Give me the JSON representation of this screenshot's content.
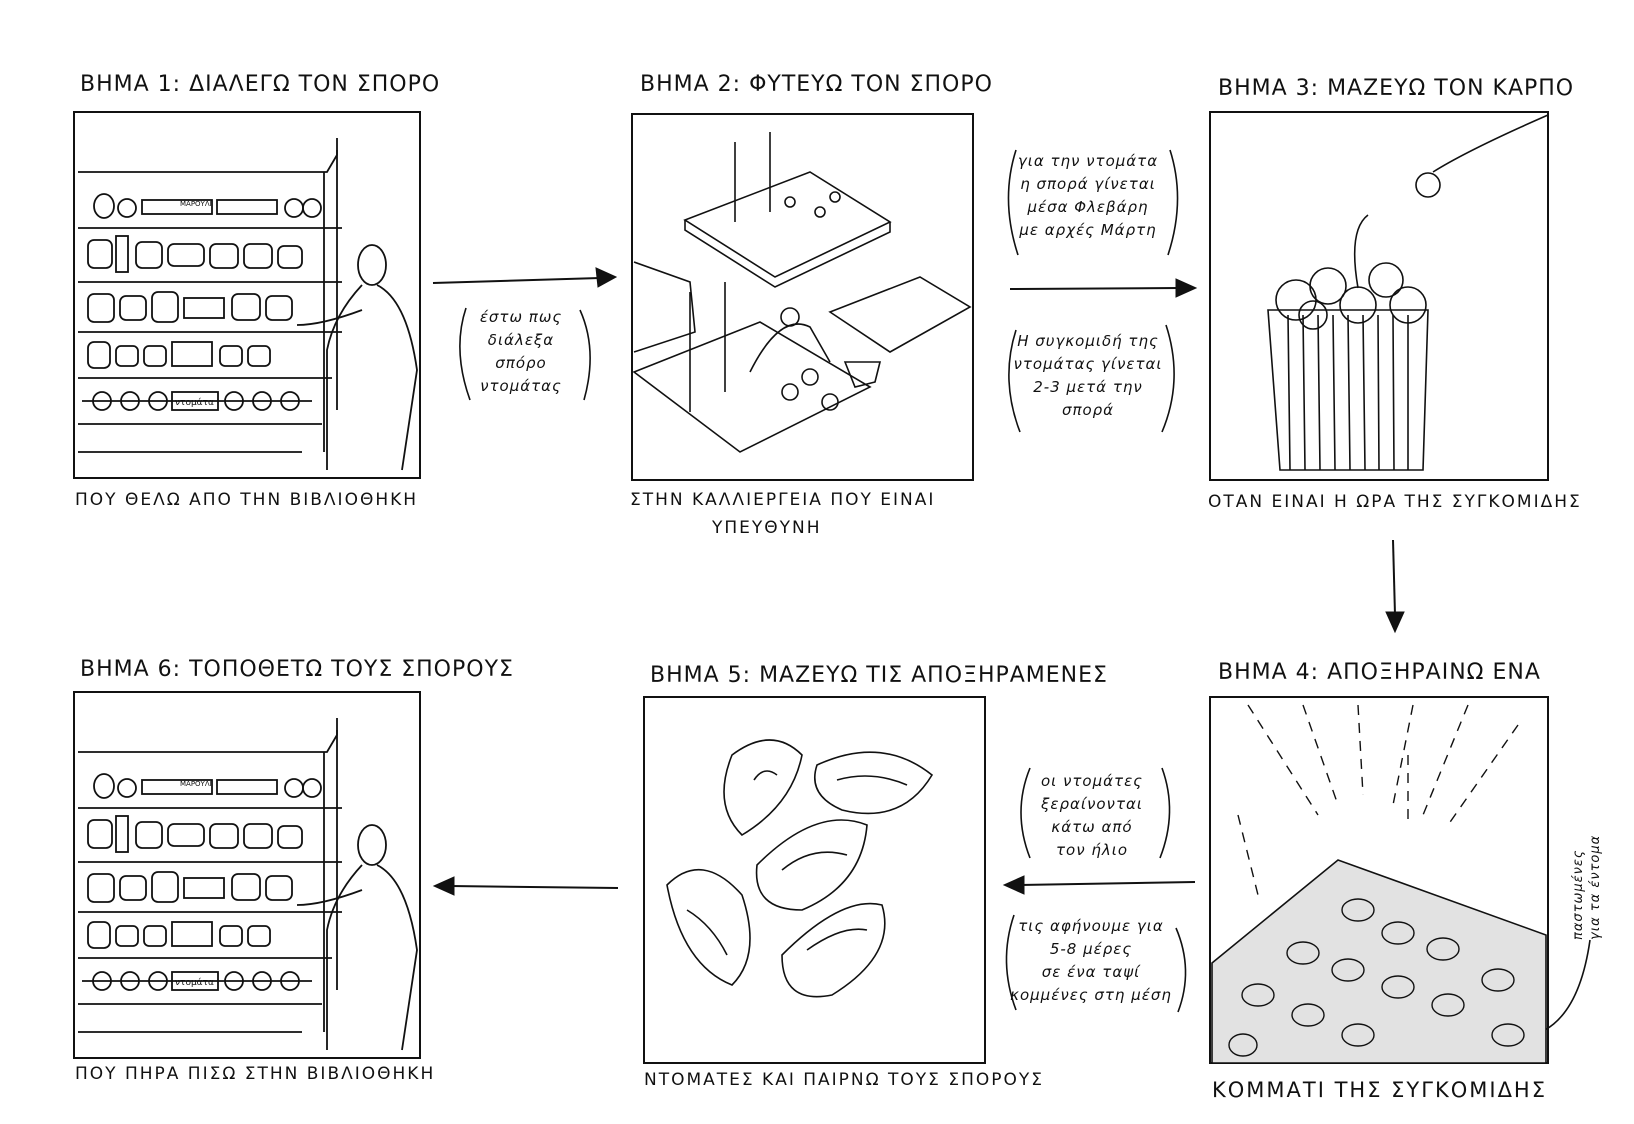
{
  "steps": [
    {
      "title": "ΒΗΜΑ 1: ΔΙΑΛΕΓΩ ΤΟΝ ΣΠΟΡΟ",
      "caption": [
        "ΠΟΥ ΘΕΛΩ ΑΠΟ ΤΗΝ ΒΙΒΛΙΟΘΗΚΗ"
      ]
    },
    {
      "title": "ΒΗΜΑ 2: ΦΥΤΕΥΩ ΤΟΝ ΣΠΟΡΟ",
      "caption": [
        "ΣΤΗΝ ΚΑΛΛΙΕΡΓΕΙΑ ΠΟΥ ΕΙΝΑΙ",
        "ΥΠΕΥΘΥΝΗ"
      ]
    },
    {
      "title": "ΒΗΜΑ 3: ΜΑΖΕΥΩ ΤΟΝ ΚΑΡΠΟ",
      "caption": [
        "ΟΤΑΝ ΕΙΝΑΙ Η ΩΡΑ ΤΗΣ ΣΥΓΚΟΜΙΔΗΣ"
      ]
    },
    {
      "title": "ΒΗΜΑ 4: ΑΠΟΞΗΡΑΙΝΩ ΕΝΑ",
      "caption": [
        "ΚΟΜΜΑΤΙ ΤΗΣ ΣΥΓΚΟΜΙΔΗΣ"
      ]
    },
    {
      "title": "ΒΗΜΑ 5: ΜΑΖΕΥΩ ΤΙΣ ΑΠΟΞΗΡΑΜΕΝΕΣ",
      "caption": [
        "ΝΤΟΜΑΤΕΣ ΚΑΙ ΠΑΙΡΝΩ ΤΟΥΣ ΣΠΟΡΟΥΣ"
      ]
    },
    {
      "title": "ΒΗΜΑ 6: ΤΟΠΟΘΕΤΩ ΤΟΥΣ ΣΠΟΡΟΥΣ",
      "caption": [
        "ΠΟΥ ΠΗΡΑ ΠΙΣΩ ΣΤΗΝ ΒΙΒΛΙΟΘΗΚΗ"
      ]
    }
  ],
  "notes": {
    "n1": [
      "έστω πως",
      "διάλεξα",
      "σπόρο",
      "ντομάτας"
    ],
    "n2a": [
      "για την ντομάτα",
      "η σπορά γίνεται",
      "μέσα Φλεβάρη",
      "με αρχές Μάρτη"
    ],
    "n2b": [
      "Η συγκομιδή της",
      "ντομάτας γίνεται",
      "2-3 μετά την",
      "σπορά"
    ],
    "n4a": [
      "οι ντομάτες",
      "ξεραίνονται",
      "κάτω από",
      "τον ήλιο"
    ],
    "n4b": [
      "τις αφήνουμε για",
      "5-8 μέρες",
      "σε ένα ταψί",
      "κομμένες στη μέση"
    ],
    "n4side": [
      "παστωμένες",
      "για τα έντομα"
    ]
  },
  "labels": {
    "jar_label": "ΜΑΡΟΥΛΙ",
    "tomato_label": "ντομάτα"
  }
}
